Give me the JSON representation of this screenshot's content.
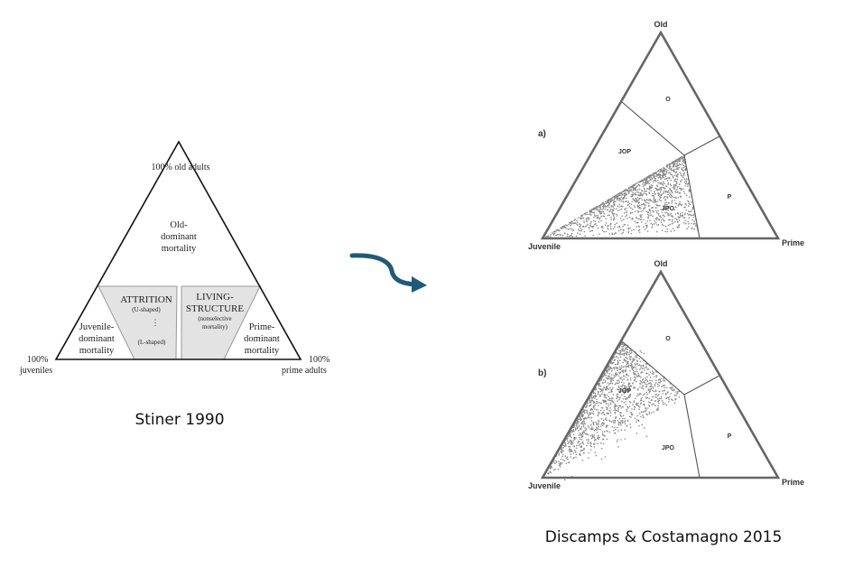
{
  "stiner": {
    "caption": "Stiner 1990",
    "apex_label": "100% old adults",
    "left_label": [
      "100%",
      "juveniles"
    ],
    "right_label": [
      "100%",
      "prime adults"
    ],
    "old_region": [
      "Old-",
      "dominant",
      "mortality"
    ],
    "juvenile_region": [
      "Juvenile-",
      "dominant",
      "mortality"
    ],
    "prime_region": [
      "Prime-",
      "dominant",
      "mortality"
    ],
    "attrition": {
      "title": "ATTRITION",
      "top": "(U-shaped)",
      "bottom": "(L-shaped)"
    },
    "living": {
      "title1": "LIVING-",
      "title2": "STRUCTURE",
      "sub1": "(nonselective",
      "sub2": "mortality)"
    }
  },
  "discamps": {
    "caption": "Discamps & Costamagno 2015",
    "panels": [
      {
        "tag": "a)",
        "old": "Old",
        "juvenile": "Juvenile",
        "prime": "Prime",
        "regions": {
          "O": "O",
          "JOP": "JOP",
          "JPO": "JPO",
          "P": "P"
        },
        "cloud_region": "JPO"
      },
      {
        "tag": "b)",
        "old": "Old",
        "juvenile": "Juvenile",
        "prime": "Prime",
        "regions": {
          "O": "O",
          "JOP": "JOP",
          "JPO": "JPO",
          "P": "P"
        },
        "cloud_region": "JOP"
      }
    ]
  },
  "colors": {
    "arrow": "#1e5a7a",
    "shade": "#e3e3e3",
    "points": "#8a8a8a",
    "lines": "#555555"
  }
}
